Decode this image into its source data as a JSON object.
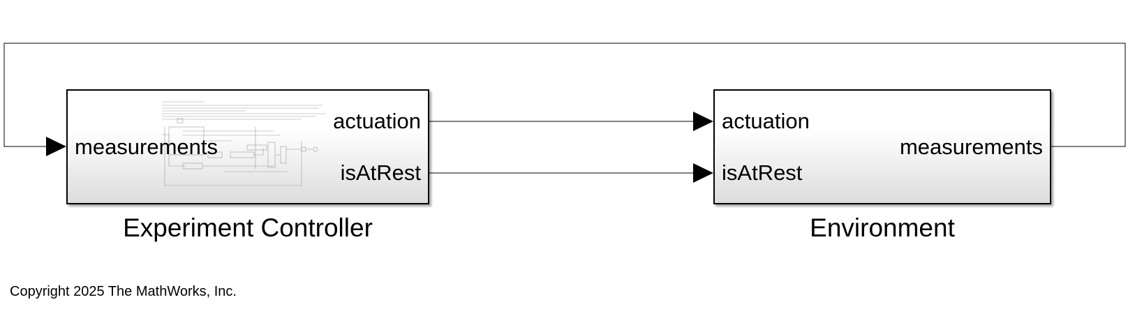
{
  "blocks": {
    "controller": {
      "title": "Experiment Controller",
      "inputs": [
        "measurements"
      ],
      "outputs": [
        "actuation",
        "isAtRest"
      ]
    },
    "environment": {
      "title": "Environment",
      "inputs": [
        "actuation",
        "isAtRest"
      ],
      "outputs": [
        "measurements"
      ]
    }
  },
  "footer": {
    "copyright": "Copyright 2025 The MathWorks, Inc."
  },
  "colors": {
    "line": "#000000",
    "block_gradient_top": "#ffffff",
    "block_gradient_bottom": "#dcdcdc"
  }
}
